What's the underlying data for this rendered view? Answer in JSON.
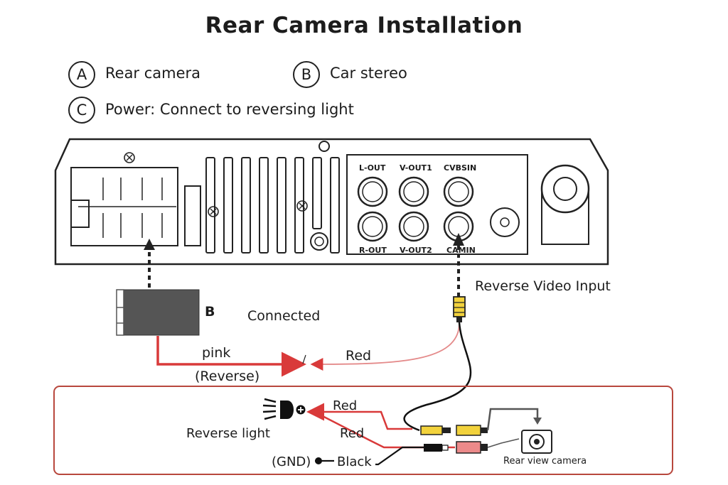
{
  "title": "Rear Camera Installation",
  "legend": [
    {
      "key": "A",
      "text": "Rear camera"
    },
    {
      "key": "B",
      "text": "Car stereo"
    },
    {
      "key": "C",
      "text": "Power: Connect to reversing light"
    }
  ],
  "ports": {
    "l_out": "L-OUT",
    "v_out1": "V-OUT1",
    "cvbs_in": "CVBSIN",
    "r_out": "R-OUT",
    "v_out2": "V-OUT2",
    "cam_in": "CAMIN"
  },
  "labels": {
    "box_b": "B",
    "connected": "Connected",
    "reverse_video_input": "Reverse Video Input",
    "pink": "pink",
    "reverse": "(Reverse)",
    "red_top": "Red",
    "red_1": "Red",
    "red_2": "Red",
    "reverse_light": "Reverse light",
    "gnd": "(GND)",
    "black": "Black",
    "rear_view_camera": "Rear view camera"
  },
  "colors": {
    "line": "#222222",
    "red_wire": "#d93a3a",
    "light_red_wire": "#e48a8a",
    "panel_border": "#b8473d",
    "yellow_plug": "#f2d23c",
    "box_gray": "#555555"
  }
}
